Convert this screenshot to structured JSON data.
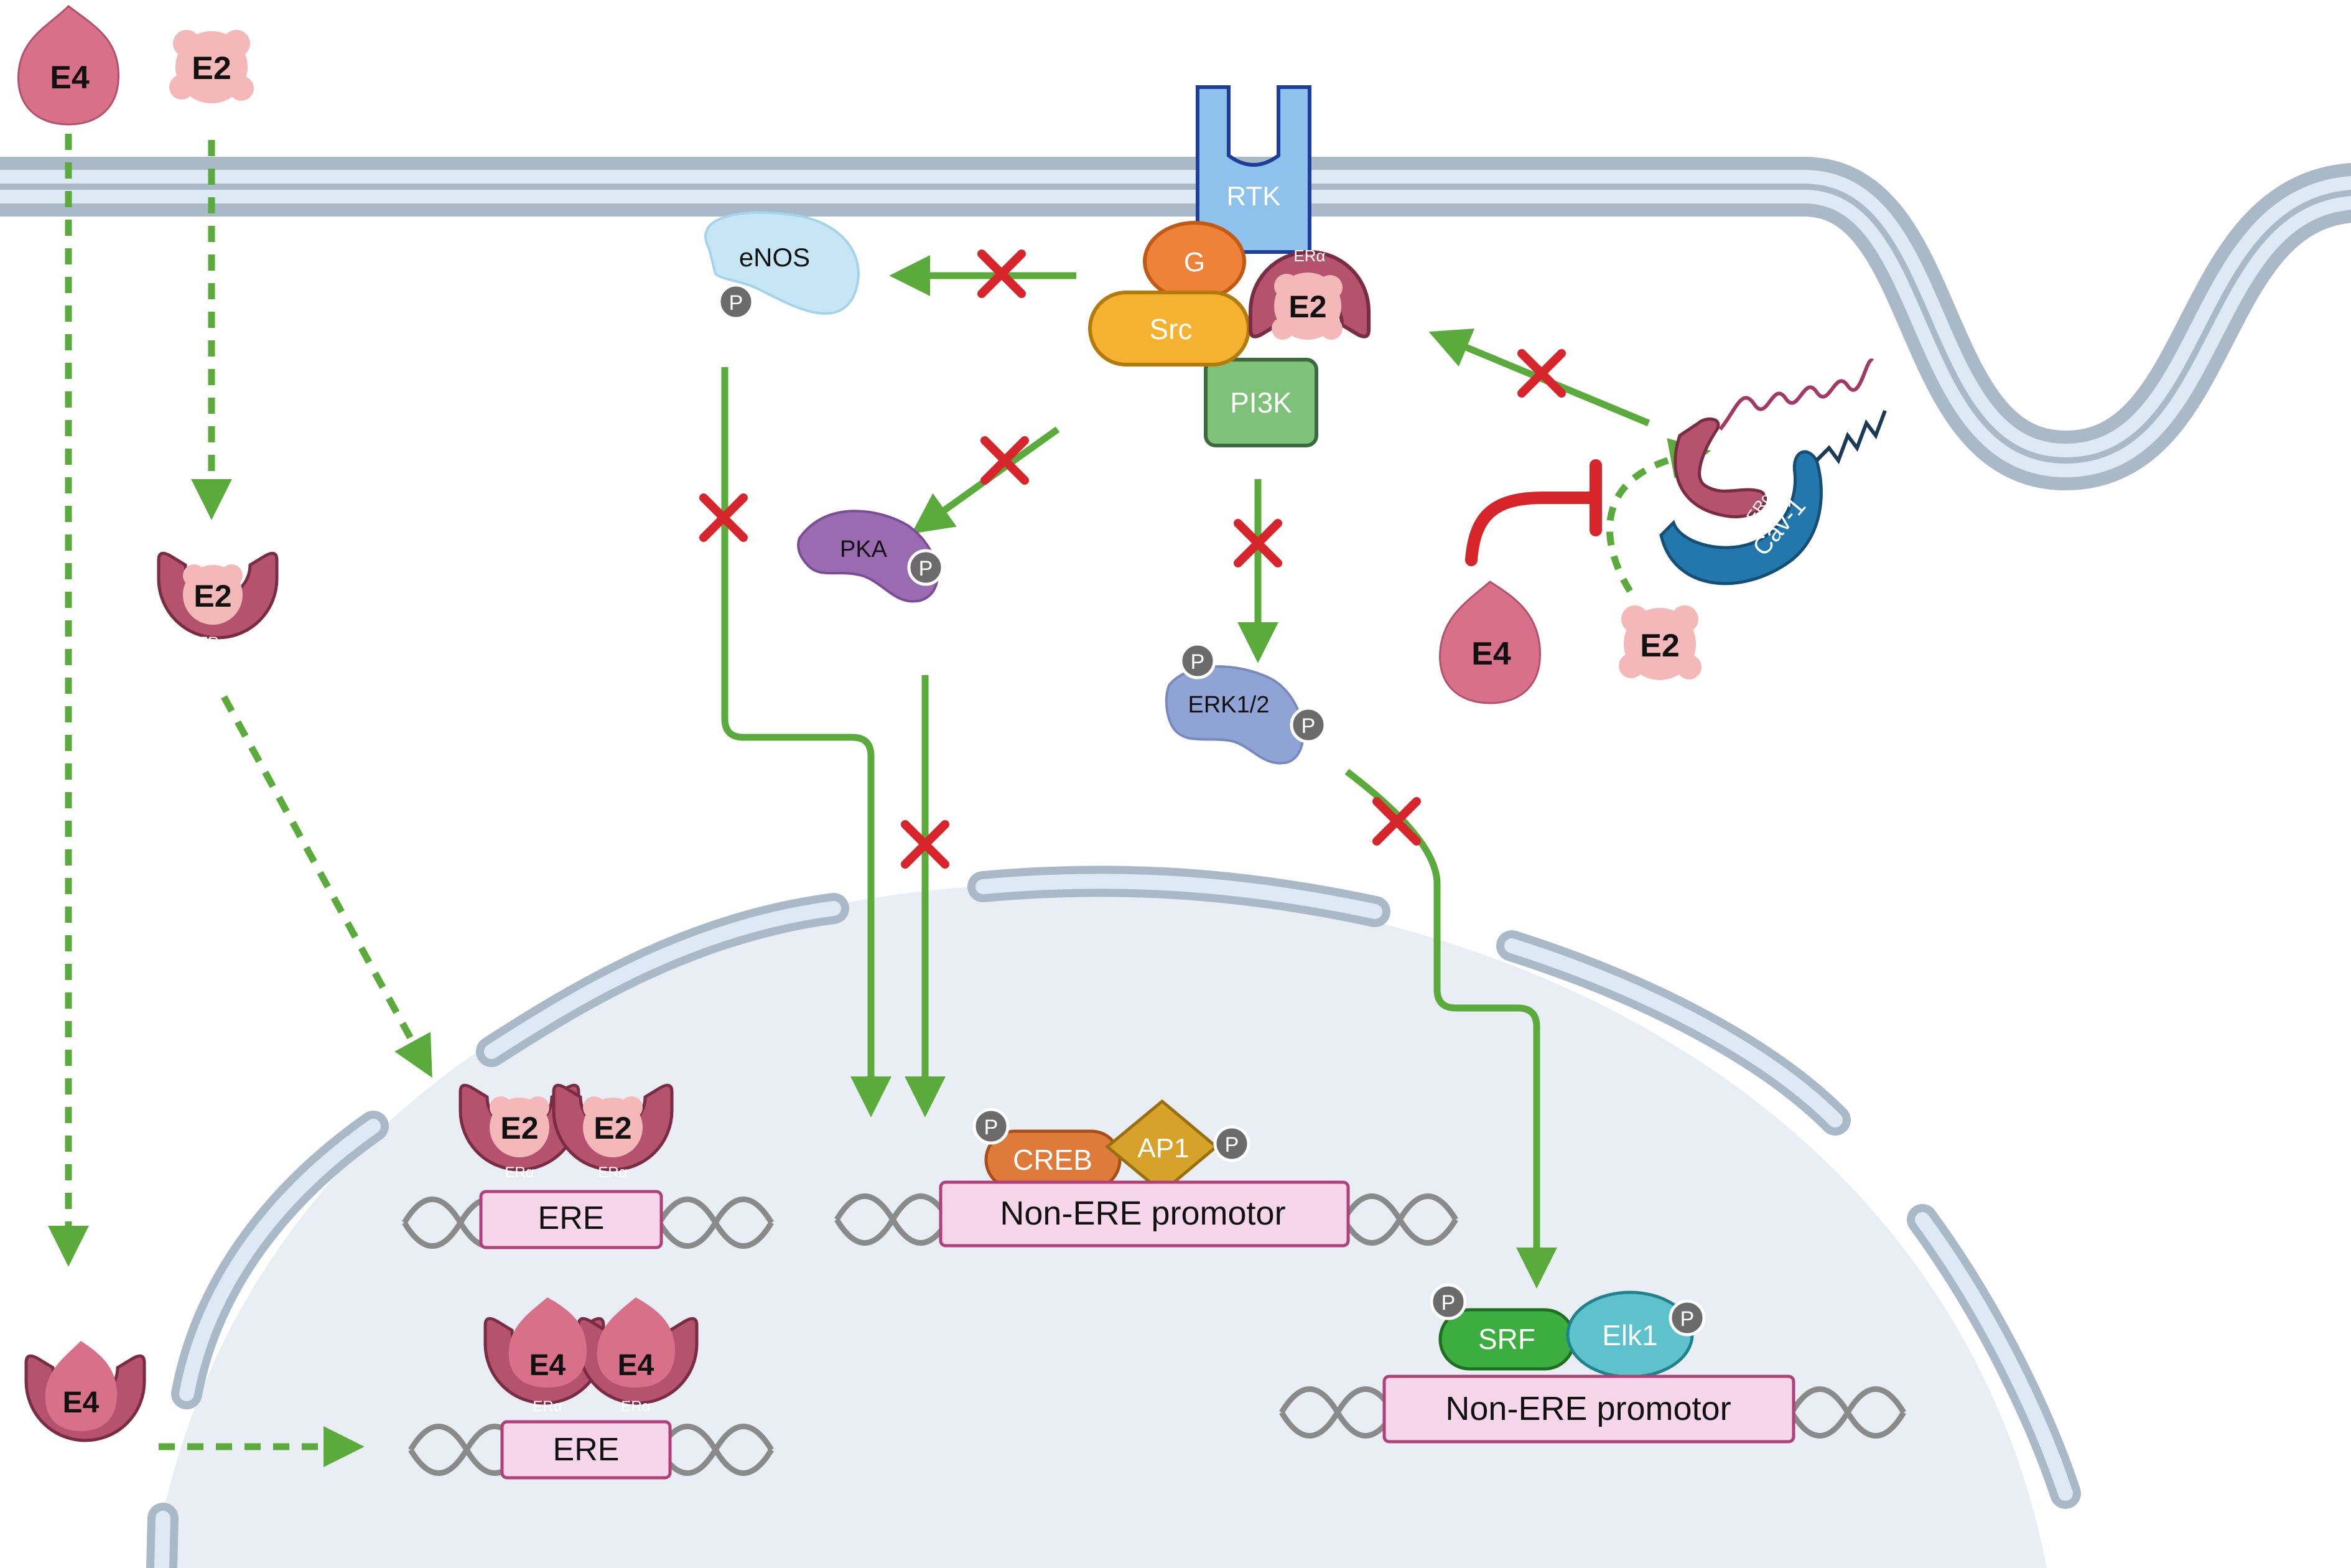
{
  "labels": {
    "rtk": "RTK",
    "g_protein": "G",
    "src": "Src",
    "pi3k": "PI3K",
    "era": "ERα",
    "e2": "E2",
    "e4": "E4",
    "enos": "eNOS",
    "pka": "PKA",
    "erk": "ERK1/2",
    "cav1": "Cav-1",
    "creb": "CREB",
    "ap1": "AP1",
    "srf": "SRF",
    "elk1": "Elk1",
    "ere": "ERE",
    "non_ere": "Non-ERE promotor",
    "phospho": "P"
  },
  "colors": {
    "membrane_outer": "#a9b9c7",
    "membrane_inner": "#dde9f5",
    "nucleus_fill": "#e8eef3",
    "arrow_green": "#5aab3c",
    "block_red": "#d7262b",
    "era_fill": "#b5536f",
    "e2_fill": "#f4b8b8",
    "e4_fill": "#d9708a",
    "rtk_fill": "#8ec1ec",
    "g_fill": "#ef8239",
    "src_fill": "#f5b130",
    "pi3k_fill": "#7ec27a",
    "enos_fill": "#c6e6f6",
    "pka_fill": "#9a6bb1",
    "erk_fill": "#8fa3d4",
    "cav1_fill": "#2278ad",
    "creb_fill": "#de7a3a",
    "ap1_fill": "#d6a22a",
    "srf_fill": "#3bae3f",
    "elk1_fill": "#5ec2cc",
    "promoter_fill": "#f6d6ea",
    "phospho_fill": "#6b6b6b"
  }
}
